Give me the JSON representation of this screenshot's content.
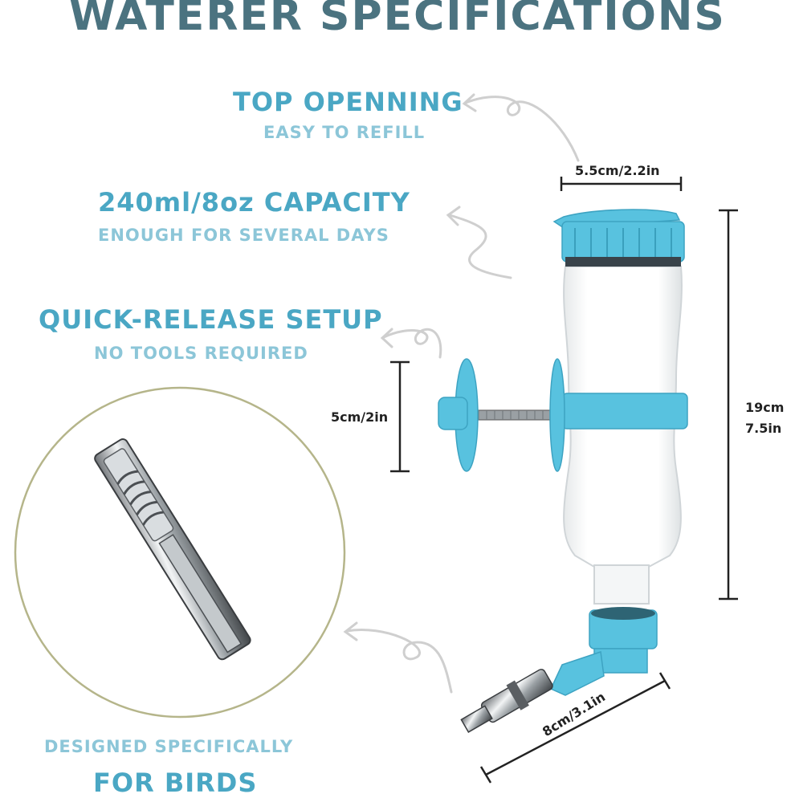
{
  "title": "WATERER SPECIFICATIONS",
  "features": {
    "top_opening": {
      "heading": "TOP OPENNING",
      "sub": "EASY TO REFILL"
    },
    "capacity": {
      "heading": "240ml/8oz CAPACITY",
      "sub": "ENOUGH FOR SEVERAL DAYS"
    },
    "quick_release": {
      "heading": "QUICK-RELEASE SETUP",
      "sub": "NO TOOLS REQUIRED"
    },
    "birds": {
      "line1": "DESIGNED SPECIFICALLY",
      "line2": "FOR BIRDS"
    }
  },
  "dimensions": {
    "top_width": "5.5cm/2.2in",
    "mount_depth": "5cm/2in",
    "height_cm": "19cm",
    "height_in": "7.5in",
    "spout_length": "8cm/3.1in"
  },
  "colors": {
    "title": "#4b7380",
    "heading": "#4aa7c4",
    "sub": "#8cc6d8",
    "accent_blue": "#58c2df",
    "circle_border": "#b5b58a"
  }
}
